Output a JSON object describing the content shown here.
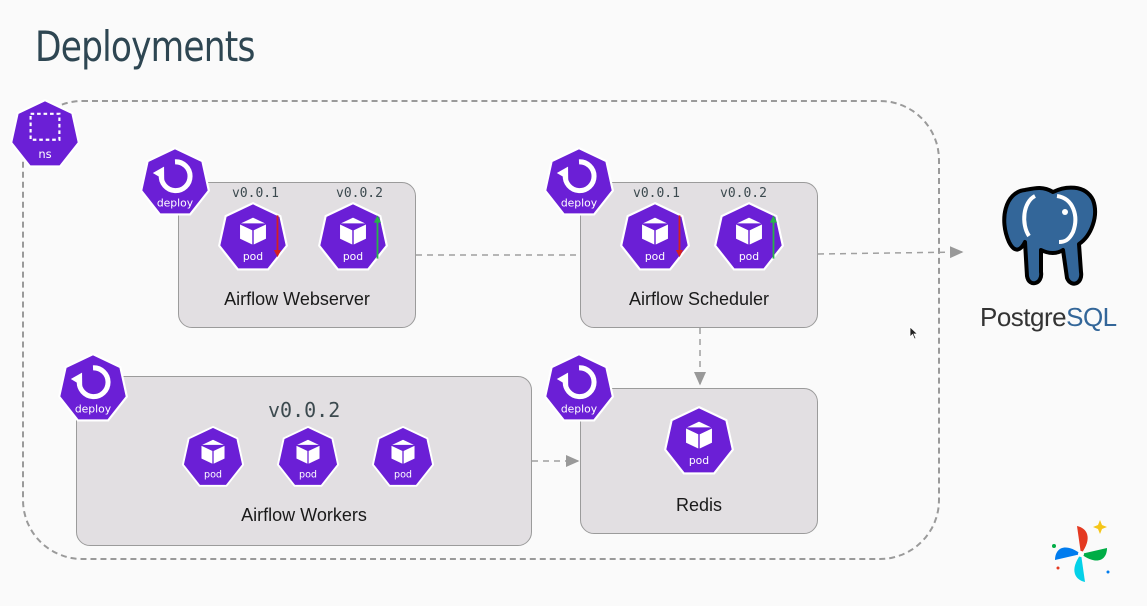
{
  "title": "Deployments",
  "colors": {
    "k8s_purple": "#6b1fd6",
    "box_bg": "#e2dfe2",
    "dash": "#9a9a9a",
    "postgres_blue": "#336699",
    "arrow_green": "#28b34a",
    "arrow_red": "#d42020"
  },
  "namespace": {
    "label": "ns",
    "icon": "namespace-icon"
  },
  "deploy_label": "deploy",
  "pod_label": "pod",
  "webserver": {
    "name": "Airflow Webserver",
    "versions": [
      "v0.0.1",
      "v0.0.2"
    ]
  },
  "scheduler": {
    "name": "Airflow Scheduler",
    "versions": [
      "v0.0.1",
      "v0.0.2"
    ]
  },
  "workers": {
    "name": "Airflow Workers",
    "version": "v0.0.2"
  },
  "redis": {
    "name": "Redis"
  },
  "postgres": {
    "prefix": "Postgre",
    "suffix": "SQL",
    "icon": "postgres-elephant-icon"
  },
  "logo": {
    "icon": "airflow-pinwheel-icon"
  }
}
